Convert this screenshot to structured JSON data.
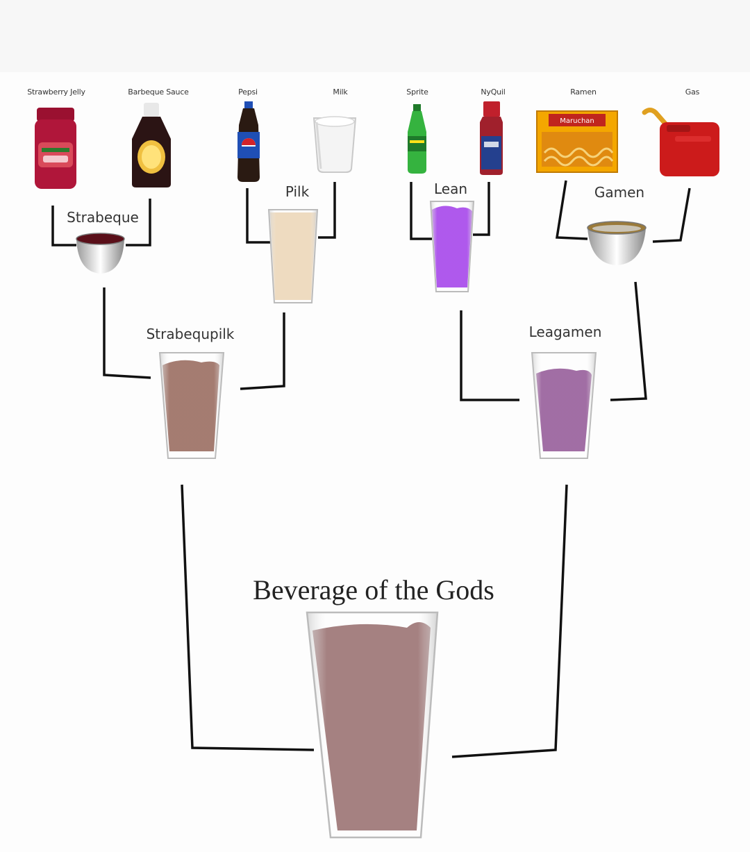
{
  "ingredients": {
    "strawberry_jelly": "Strawberry Jelly",
    "barbeque_sauce": "Barbeque Sauce",
    "pepsi": "Pepsi",
    "milk": "Milk",
    "sprite": "Sprite",
    "nyquil": "NyQuil",
    "ramen": "Ramen",
    "gas": "Gas"
  },
  "round1": {
    "strabeque": "Strabeque",
    "pilk": "Pilk",
    "lean": "Lean",
    "gamen": "Gamen"
  },
  "round2": {
    "strabequpilk": "Strabequpilk",
    "leagamen": "Leagamen"
  },
  "final": {
    "title": "Beverage of the Gods"
  },
  "product_text": {
    "ramen_brand": "Maruchan"
  },
  "colors": {
    "bracket_line": "#111111",
    "jelly": "#b0163a",
    "bbq": "#2b1414",
    "pepsi_body": "#2a1a12",
    "pepsi_label": "#1f4fb5",
    "milk": "#f4f4f4",
    "sprite": "#35b33f",
    "nyquil": "#a0202c",
    "ramen_pack": "#f4a700",
    "gas_can": "#cc1b1b",
    "strabeque": "#5a0f19",
    "pilk": "#ead2b0",
    "lean": "#9b30e8",
    "gamen": "#9a7a3a",
    "strabequpilk": "#8e5b4e",
    "leagamen": "#8a4a8e",
    "beverage_of_gods": "#8f6262"
  }
}
